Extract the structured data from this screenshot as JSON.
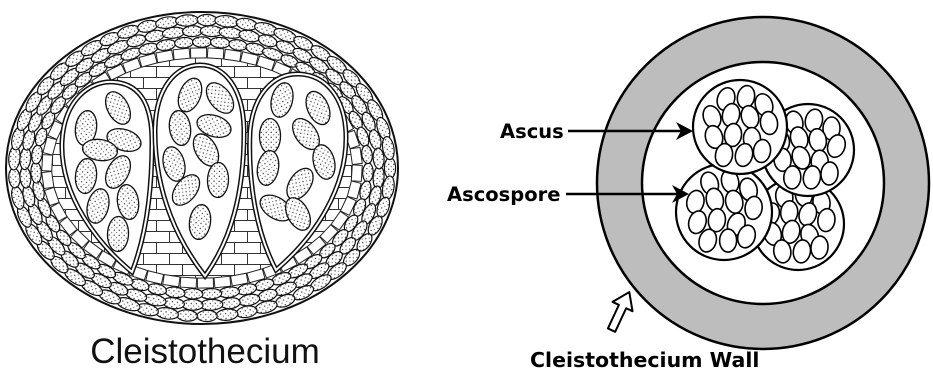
{
  "left_figure": {
    "label": "Cleistothecium"
  },
  "right_figure": {
    "ascus_label": "Ascus",
    "ascospore_label": "Ascospore",
    "wall_label": "Cleistothecium Wall"
  },
  "colors": {
    "wall": "#bdbdbd",
    "outline": "#000000"
  }
}
